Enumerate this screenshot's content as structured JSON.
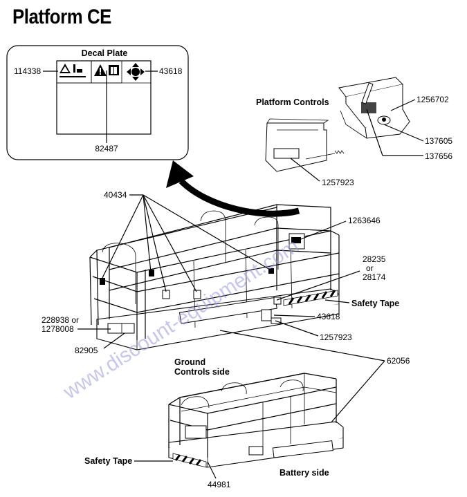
{
  "title": "Platform CE",
  "watermark": "www.discount-equipment.com",
  "decal_plate": {
    "heading": "Decal Plate",
    "part_left": "114338",
    "part_right": "43618",
    "part_bottom": "82487"
  },
  "platform_controls": {
    "heading": "Platform Controls",
    "part_1256702": "1256702",
    "part_137605": "137605",
    "part_137656": "137656",
    "part_1257923": "1257923"
  },
  "main_platform": {
    "part_40434": "40434",
    "part_1263646": "1263646",
    "part_28235": "28235",
    "or_word": "or",
    "part_28174": "28174",
    "safety_tape": "Safety Tape",
    "part_43618": "43618",
    "part_1257923": "1257923",
    "part_228938": "228938 or",
    "part_1278008": "1278008",
    "part_82905": "82905",
    "ground_controls_line1": "Ground",
    "ground_controls_line2": "Controls side",
    "part_62056": "62056"
  },
  "battery_platform": {
    "safety_tape": "Safety Tape",
    "part_44981": "44981",
    "battery_side": "Battery side"
  }
}
